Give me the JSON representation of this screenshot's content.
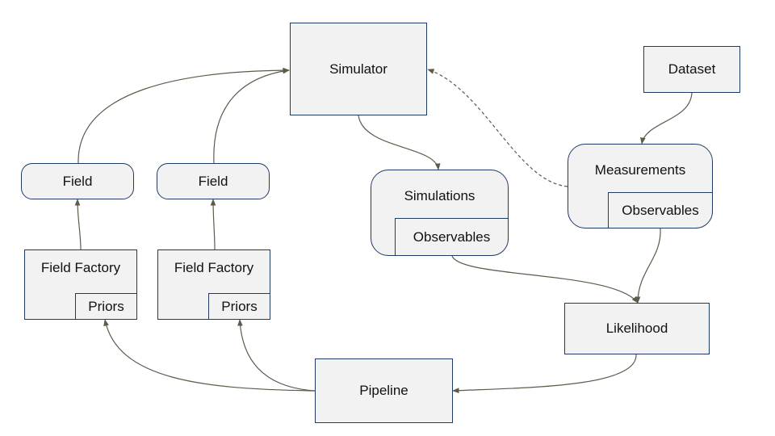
{
  "nodes": {
    "simulator": "Simulator",
    "dataset": "Dataset",
    "field_left": "Field",
    "field_right": "Field",
    "simulations": "Simulations",
    "simulations_observables": "Observables",
    "measurements": "Measurements",
    "measurements_observables": "Observables",
    "field_factory_left": "Field Factory",
    "priors_left": "Priors",
    "field_factory_right": "Field Factory",
    "priors_right": "Priors",
    "likelihood": "Likelihood",
    "pipeline": "Pipeline"
  },
  "colors": {
    "edge": "#5e5a4a",
    "border": "#1f3b63",
    "fill": "#f2f2f2"
  }
}
